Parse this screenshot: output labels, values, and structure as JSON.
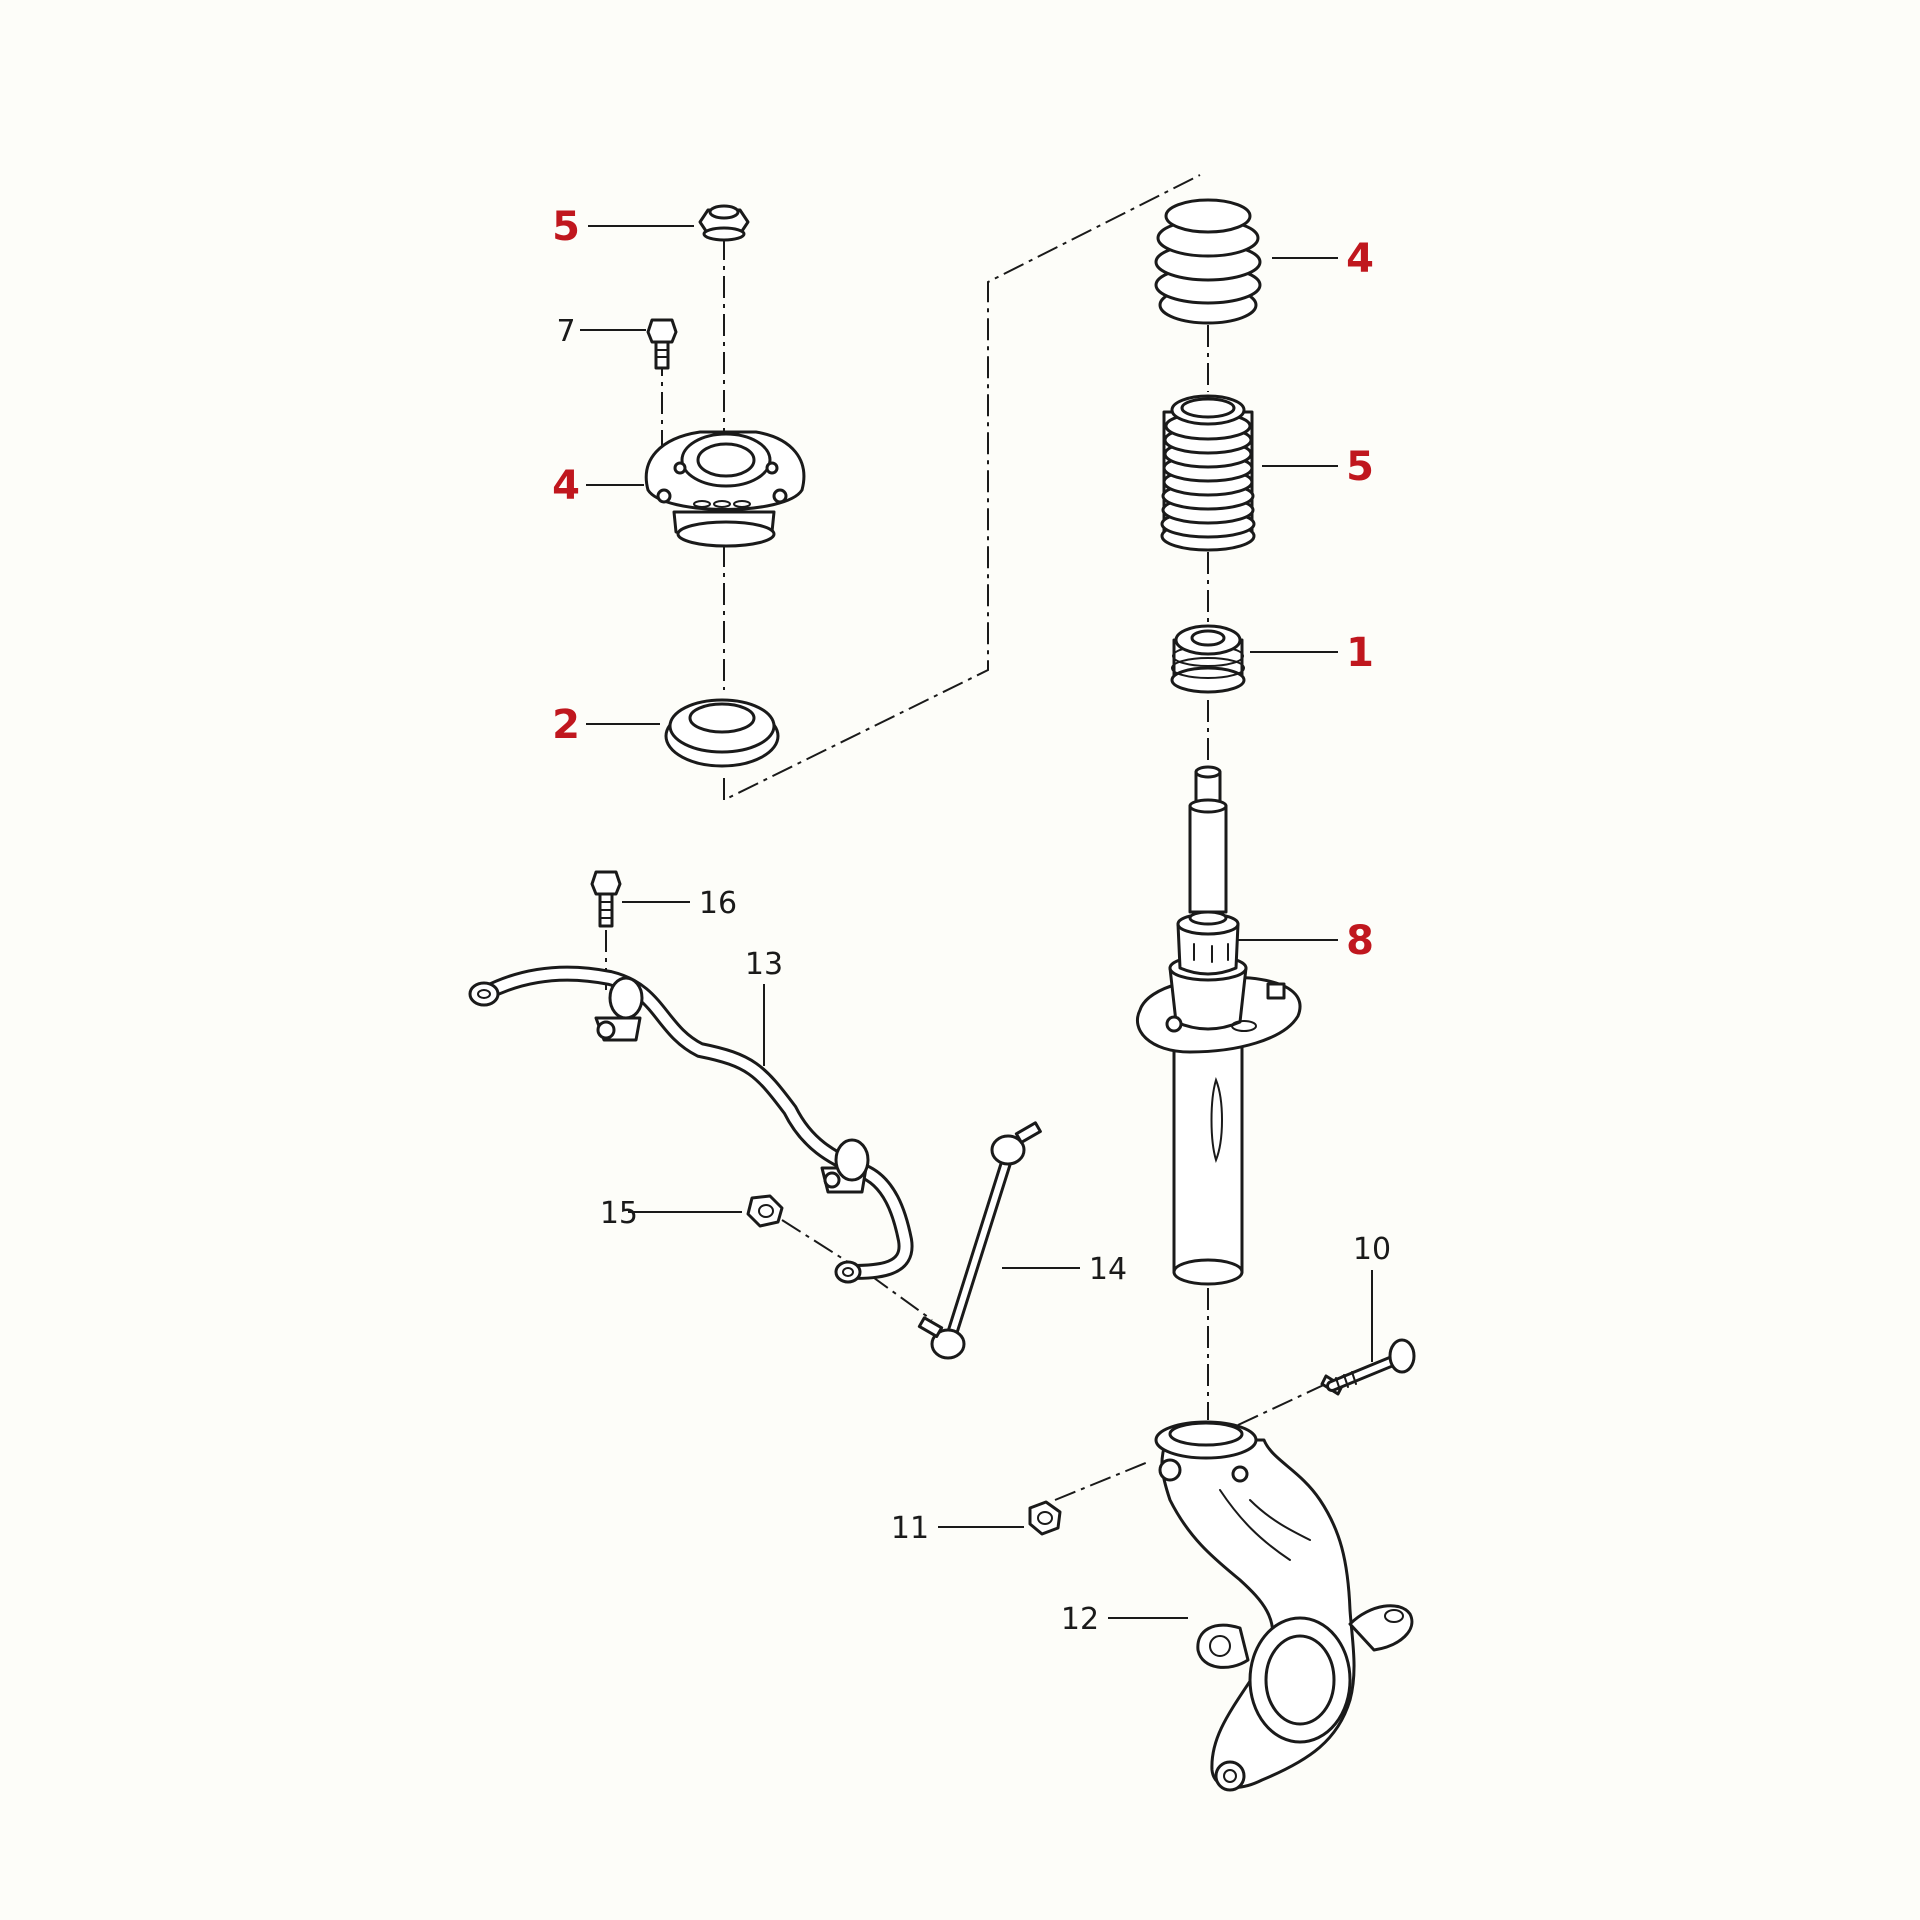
{
  "colors": {
    "callout_highlight": "#c0171e",
    "callout_normal": "#1a1a1a",
    "line": "#1a1a1a",
    "background": "#fdfdf9"
  },
  "callouts": {
    "nut_top": "5",
    "bolt_7": "7",
    "top_mount": "4",
    "bearing": "2",
    "coil_spring": "4",
    "bellows": "5",
    "bump_stop": "1",
    "strut": "8",
    "stab_bolt": "16",
    "stabilizer_bar": "13",
    "stab_nut": "15",
    "coupling_rod": "14",
    "knuckle_bolt": "10",
    "knuckle_nut": "11",
    "wheel_bearing_housing": "12"
  }
}
